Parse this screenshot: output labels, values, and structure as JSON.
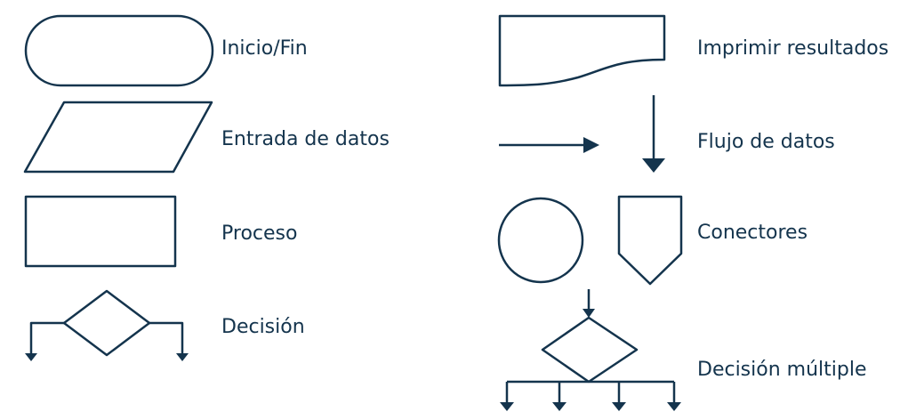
{
  "colors": {
    "stroke": "#14344d",
    "text": "#14344d",
    "background": "#ffffff"
  },
  "symbols": {
    "terminal": {
      "label": "Inicio/Fin"
    },
    "input": {
      "label": "Entrada de datos"
    },
    "process": {
      "label": "Proceso"
    },
    "decision": {
      "label": "Decisión"
    },
    "document": {
      "label": "Imprimir resultados"
    },
    "flow": {
      "label": "Flujo de datos"
    },
    "connectors": {
      "label": "Conectores"
    },
    "multi_decision": {
      "label": "Decisión múltiple"
    }
  }
}
